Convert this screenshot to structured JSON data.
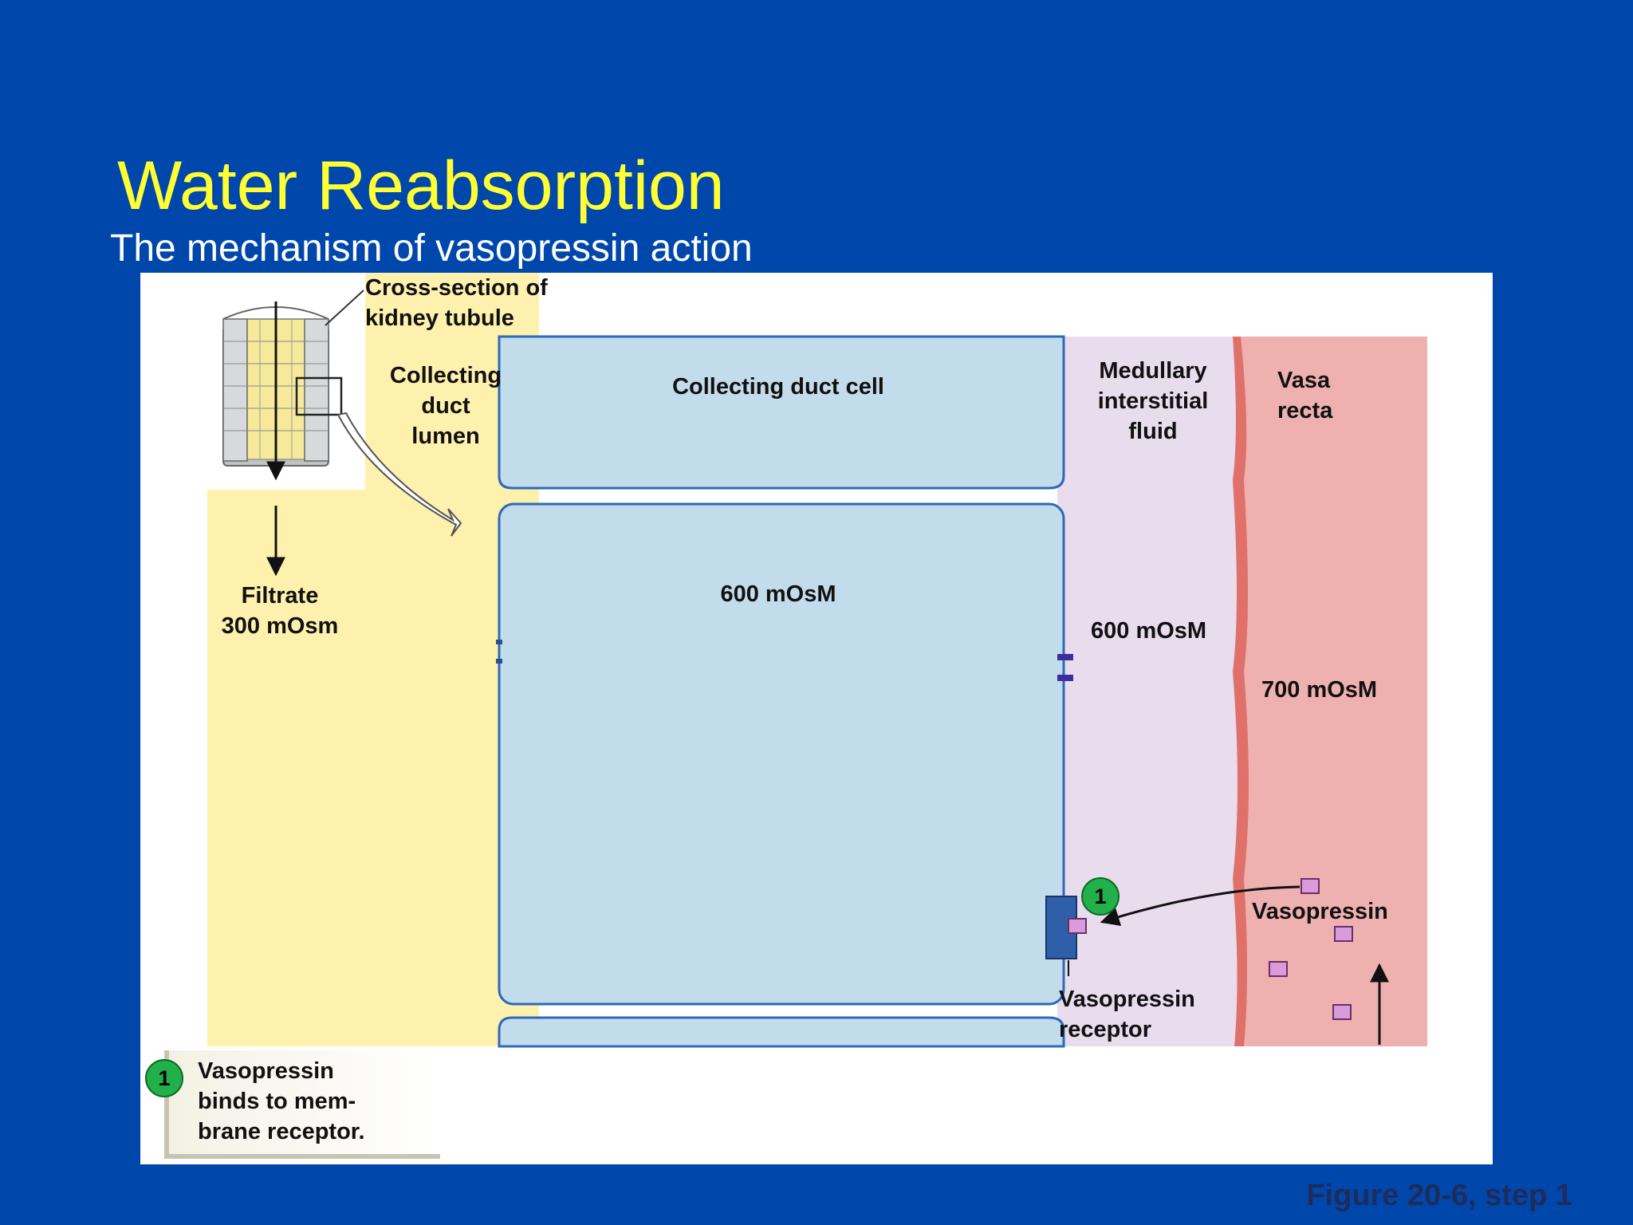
{
  "slide": {
    "title": "Water Reabsorption",
    "subtitle": "The mechanism of vasopressin action",
    "figure_ref": "Figure 20-6, step 1"
  },
  "colors": {
    "background": "#0047AB",
    "title": "#FFFF33",
    "lumen": "#FEF1AE",
    "cell": "#C3DCEC",
    "cell_border": "#2C6AB6",
    "interstitial": "#E9DCEC",
    "vasa_recta": "#EFB0B0",
    "vessel_wall": "#E0706A",
    "vasopressin": "#D99BD9",
    "receptor": "#2F5FA8",
    "step_badge": "#22B04B"
  },
  "diagram": {
    "cross_section_label": "Cross-section of\nkidney tubule",
    "lumen_label": "Collecting\nduct\nlumen",
    "filtrate_label": "Filtrate\n300 mOsm",
    "cell_label": "Collecting duct cell",
    "cell_concentration": "600 mOsM",
    "interstitial_label": "Medullary\ninterstitial\nfluid",
    "interstitial_concentration": "600 mOsM",
    "vasa_recta_label": "Vasa\nrecta",
    "vasa_recta_concentration": "700 mOsM",
    "vasopressin_label": "Vasopressin",
    "receptor_label": "Vasopressin\nreceptor",
    "step_number": "1",
    "step_text": "Vasopressin\nbinds to mem-\nbrane receptor."
  }
}
